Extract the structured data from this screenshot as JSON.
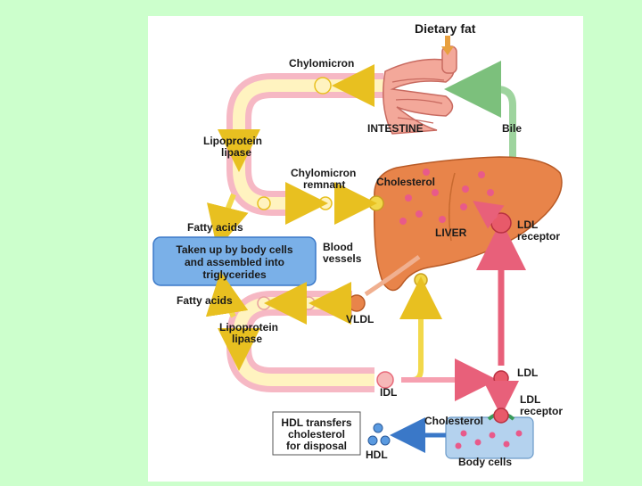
{
  "labels": {
    "dietary_fat": "Dietary fat",
    "chylomicron": "Chylomicron",
    "intestine": "INTESTINE",
    "bile": "Bile",
    "lipoprotein_lipase_top_1": "Lipoprotein",
    "lipoprotein_lipase_top_2": "lipase",
    "chylomicron_remnant_1": "Chylomicron",
    "chylomicron_remnant_2": "remnant",
    "cholesterol_liver": "Cholesterol",
    "fatty_acids_top": "Fatty acids",
    "liver": "LIVER",
    "ldl_receptor_top_1": "LDL",
    "ldl_receptor_top_2": "receptor",
    "blood_vessels_1": "Blood",
    "blood_vessels_2": "vessels",
    "body_cells_box_1": "Taken up by body cells",
    "body_cells_box_2": "and assembled into",
    "body_cells_box_3": "triglycerides",
    "fatty_acids_bottom": "Fatty acids",
    "vldl": "VLDL",
    "lipoprotein_lipase_bottom_1": "Lipoprotein",
    "lipoprotein_lipase_bottom_2": "lipase",
    "ldl": "LDL",
    "idl": "IDL",
    "ldl_receptor_bottom_1": "LDL",
    "ldl_receptor_bottom_2": "receptor",
    "hdl_box_1": "HDL transfers",
    "hdl_box_2": "cholesterol",
    "hdl_box_3": "for disposal",
    "hdl": "HDL",
    "cholesterol_cells": "Cholesterol",
    "body_cells": "Body cells"
  },
  "colors": {
    "background": "#ccffcc",
    "panel": "#ffffff",
    "liver": "#e8844a",
    "vessel_outer": "#f6b8c4",
    "vessel_inner": "#fff3c0",
    "yellow_arrow": "#f2d84a",
    "red_arrow": "#e8607a",
    "green_arrow": "#9ed49e",
    "blue": "#3a78c8",
    "box_blue": "#7ab0e8",
    "body_cells": "#b4d2ee"
  }
}
